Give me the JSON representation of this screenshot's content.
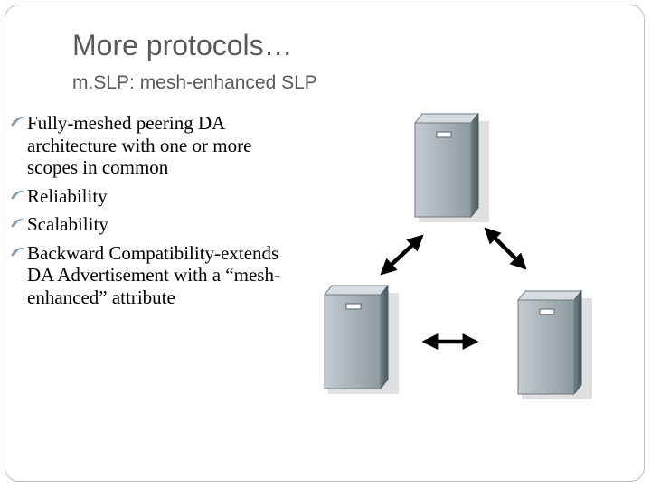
{
  "slide": {
    "title": "More protocols…",
    "subtitle": "m.SLP: mesh-enhanced SLP",
    "bullets": [
      {
        "text": "Fully-meshed peering DA architecture with one or more scopes in common"
      },
      {
        "text": "Reliability"
      },
      {
        "text": "Scalability"
      },
      {
        "text": "Backward Compatibility-extends DA Advertisement with a “mesh-enhanced” attribute"
      }
    ],
    "bullet_icon": "swoosh-bullet-icon"
  },
  "diagram": {
    "node_icon": "server-tower-icon",
    "link_icon": "double-arrow-icon",
    "colors": {
      "server_front": "#a9b3b8",
      "server_side": "#5e6e77",
      "arrow": "#000000",
      "bullet": "#7f9fb2"
    }
  }
}
